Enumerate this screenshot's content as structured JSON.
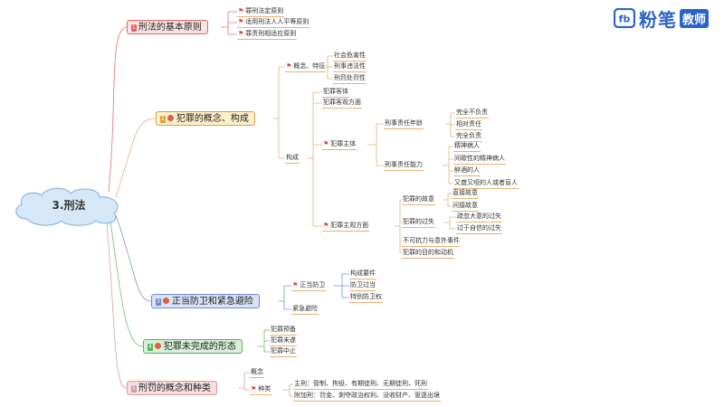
{
  "logo": {
    "mark": "fb",
    "text": "粉笔",
    "badge": "教师"
  },
  "root": {
    "label": "3.刑法"
  },
  "branches": {
    "b1": {
      "label": "刑法的基本原则",
      "items": [
        "罪刑法定原则",
        "适用刑法人人平等原则",
        "罪责刑相适应原则"
      ]
    },
    "b2": {
      "label": "犯罪的概念、构成",
      "concept": {
        "label": "概念、特征",
        "items": [
          "社会危害性",
          "刑事违法性",
          "刑罚处罚性"
        ]
      },
      "composition": {
        "label": "构成",
        "object": "犯罪客体",
        "objective": "犯罪客观方面",
        "subject": {
          "label": "犯罪主体",
          "age": {
            "label": "刑事责任年龄",
            "items": [
              "完全不负责",
              "相对责任",
              "完全负责"
            ]
          },
          "ability": {
            "label": "刑事责任能力",
            "items": [
              "精神病人",
              "间歇性的精神病人",
              "醉酒的人",
              "又聋又哑的人或者盲人"
            ]
          }
        },
        "subjective": {
          "label": "犯罪主观方面",
          "intent": {
            "label": "犯罪的故意",
            "items": [
              "直接故意",
              "间接故意"
            ]
          },
          "negligence": {
            "label": "犯罪的过失",
            "items": [
              "疏忽大意的过失",
              "过于自信的过失"
            ]
          },
          "force": "不可抗力与意外事件",
          "purpose": "犯罪的目的和动机"
        }
      }
    },
    "b3": {
      "label": "正当防卫和紧急避险",
      "defense": {
        "label": "正当防卫",
        "items": [
          "构成要件",
          "防卫过当",
          "特别防卫权"
        ]
      },
      "emergency": "紧急避险"
    },
    "b4": {
      "label": "犯罪未完成的形态",
      "items": [
        "犯罪预备",
        "犯罪未遂",
        "犯罪中止"
      ]
    },
    "b5": {
      "label": "刑罚的概念和种类",
      "concept": "概念",
      "types": {
        "label": "种类",
        "main": "主刑：管制、拘役、有期徒刑、无期徒刑、死刑",
        "extra": "附加刑：罚金、剥夺政治权利、没收财产、驱逐出境"
      }
    }
  },
  "colors": {
    "b1_fill": "#fbe3e3",
    "b1_border": "#e06666",
    "b2_fill": "#fdf0cc",
    "b2_border": "#d9a03a",
    "b3_fill": "#d9e2f7",
    "b3_border": "#6d8cd6",
    "b4_fill": "#d7f0d7",
    "b4_border": "#59b359",
    "b5_fill": "#f6dede",
    "b5_border": "#d79a9a",
    "logo_blue": "#2a63c9"
  }
}
